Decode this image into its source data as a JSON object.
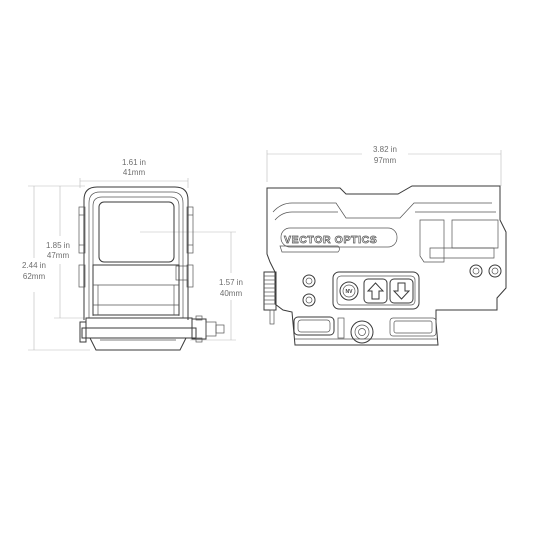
{
  "front_view": {
    "width_in": "1.61 in",
    "width_mm": "41mm",
    "body_height_in": "1.85 in",
    "body_height_mm": "47mm",
    "total_height_in": "2.44 in",
    "total_height_mm": "62mm",
    "window_height_in": "1.57 in",
    "window_height_mm": "40mm"
  },
  "side_view": {
    "length_in": "3.82 in",
    "length_mm": "97mm",
    "brand_logo": "VECTOR OPTICS",
    "buttons": [
      {
        "icon": "nv-button",
        "label": "NV"
      },
      {
        "icon": "up-arrow-icon"
      },
      {
        "icon": "down-arrow-icon"
      }
    ]
  },
  "colors": {
    "line": "#3a3a3a",
    "dimension": "#b9b9b9",
    "dimension_text": "#6e6e6e"
  }
}
